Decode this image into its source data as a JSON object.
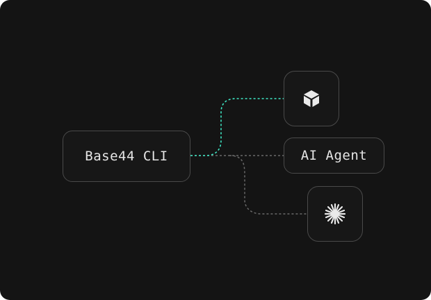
{
  "diagram": {
    "source": {
      "label": "Base44 CLI"
    },
    "targets": [
      {
        "icon": "cube-icon",
        "connection": "active"
      },
      {
        "label": "AI Agent",
        "connection": "inactive"
      },
      {
        "icon": "sparkle-icon",
        "connection": "inactive"
      }
    ]
  },
  "colors": {
    "background": "#141414",
    "node_border": "#4a4a4a",
    "active_connector": "#3ee6c4",
    "inactive_connector": "#6a6a6a",
    "text": "#e6e6e6"
  }
}
